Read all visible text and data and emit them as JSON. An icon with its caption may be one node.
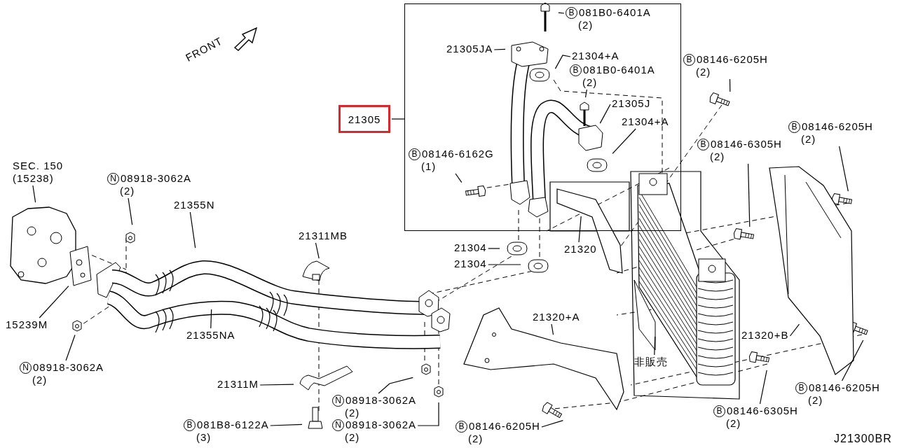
{
  "diagram": {
    "nodes": [
      {
        "text": [
          "SEC. 150",
          "(15238)"
        ]
      },
      {
        "text": [
          "N",
          "08918-3062A",
          "(2)"
        ]
      },
      {
        "text": [
          "21355N"
        ]
      },
      {
        "text": [
          "15239M"
        ]
      },
      {
        "text": [
          "N",
          "08918-3062A",
          "(2)"
        ]
      },
      {
        "text": [
          "21355NA"
        ]
      },
      {
        "text": [
          "21311MB"
        ]
      },
      {
        "text": [
          "21311M"
        ]
      },
      {
        "text": [
          "N",
          "08918-3062A",
          "(2)"
        ]
      },
      {
        "text": [
          "B",
          "081B8-6122A",
          "(3)"
        ]
      },
      {
        "text": [
          "N",
          "08918-3062A",
          "(2)"
        ]
      },
      {
        "text": [
          "B",
          "08146-6205H",
          "(2)"
        ]
      },
      {
        "text": [
          "21304"
        ]
      },
      {
        "text": [
          "21304"
        ]
      },
      {
        "text": [
          "21320"
        ]
      },
      {
        "text": [
          "21320+A"
        ]
      },
      {
        "text": [],
        "shape": "box"
      },
      {
        "text": [
          "21305"
        ]
      },
      {
        "text": [
          "B",
          "081B0-6401A",
          "(2)"
        ],
        "in": 16
      },
      {
        "text": [
          "21305JA"
        ],
        "in": 16
      },
      {
        "text": [
          "21304+A"
        ],
        "in": 16
      },
      {
        "text": [
          "B",
          "081B0-6401A",
          "(2)"
        ],
        "in": 16
      },
      {
        "text": [
          "21305J"
        ],
        "in": 16
      },
      {
        "text": [
          "21304+A"
        ],
        "in": 16
      },
      {
        "text": [
          "B",
          "08146-6162G",
          "(1)"
        ],
        "in": 16
      },
      {
        "text": [
          "B",
          "08146-6205H",
          "(2)"
        ]
      },
      {
        "text": [
          "B",
          "08146-6205H",
          "(2)"
        ]
      },
      {
        "text": [
          "B",
          "08146-6305H",
          "(2)"
        ]
      },
      {
        "text": [
          "21320+B"
        ]
      },
      {
        "text": [
          "非販売"
        ]
      },
      {
        "text": [
          "B",
          "08146-6205H",
          "(2)"
        ]
      },
      {
        "text": [
          "B",
          "08146-6305H",
          "(2)"
        ]
      }
    ],
    "edges": [
      {
        "from": 0,
        "to": null,
        "arrow": "none"
      },
      {
        "from": 1,
        "to": null,
        "arrow": "none"
      },
      {
        "from": 2,
        "to": null,
        "arrow": "none"
      },
      {
        "from": 3,
        "to": null,
        "arrow": "none"
      },
      {
        "from": 4,
        "to": null,
        "arrow": "none"
      },
      {
        "from": 5,
        "to": null,
        "arrow": "none"
      },
      {
        "from": 6,
        "to": null,
        "arrow": "none"
      },
      {
        "from": 7,
        "to": null,
        "arrow": "none"
      },
      {
        "from": 8,
        "to": null,
        "arrow": "none"
      },
      {
        "from": 9,
        "to": null,
        "arrow": "none"
      },
      {
        "from": 10,
        "to": null,
        "arrow": "none"
      },
      {
        "from": 11,
        "to": null,
        "arrow": "none"
      },
      {
        "from": 12,
        "to": null,
        "arrow": "none"
      },
      {
        "from": 13,
        "to": null,
        "arrow": "none"
      },
      {
        "from": 14,
        "to": null,
        "arrow": "none"
      },
      {
        "from": 15,
        "to": null,
        "arrow": "none"
      },
      {
        "from": 17,
        "to": 16,
        "arrow": "none"
      },
      {
        "from": 18,
        "to": null,
        "arrow": "none"
      },
      {
        "from": 19,
        "to": null,
        "arrow": "none"
      },
      {
        "from": 20,
        "to": null,
        "arrow": "none"
      },
      {
        "from": 21,
        "to": null,
        "arrow": "none"
      },
      {
        "from": 22,
        "to": null,
        "arrow": "none"
      },
      {
        "from": 23,
        "to": null,
        "arrow": "none"
      },
      {
        "from": 24,
        "to": null,
        "arrow": "none"
      },
      {
        "from": 25,
        "to": null,
        "arrow": "none"
      },
      {
        "from": 26,
        "to": null,
        "arrow": "none"
      },
      {
        "from": 27,
        "to": null,
        "arrow": "none"
      },
      {
        "from": 28,
        "to": null,
        "arrow": "none"
      },
      {
        "from": 29,
        "to": null,
        "arrow": "none"
      },
      {
        "from": 30,
        "to": null,
        "arrow": "none"
      },
      {
        "from": 31,
        "to": null,
        "arrow": "none"
      }
    ],
    "labels": [
      "FRONT",
      "J21300BR"
    ]
  }
}
